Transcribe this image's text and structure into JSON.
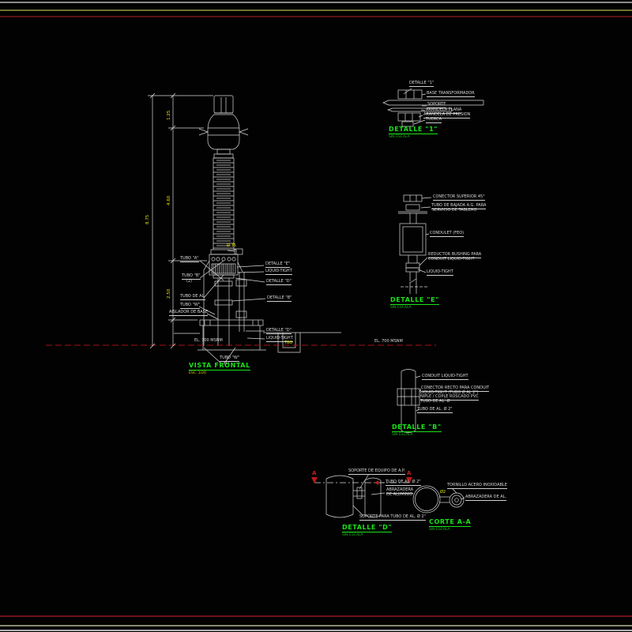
{
  "borders": {
    "gray": "#8c8c8c",
    "olive": "#6f7430",
    "red": "#5a1115"
  },
  "main_view": {
    "title": "VISTA FRONTAL",
    "scale": "ESC. 1/20",
    "dim_overall": "8.75",
    "dim_segments": [
      "1.25",
      "4.60",
      "2.50"
    ],
    "flange_note": "Ø 35",
    "labels_left": [
      "TUBO \"A\"",
      "TUBO \"B\"",
      "(2)",
      "TUBO DE AL.",
      "TUBO \"W\"",
      "AISLADOR DE BASE"
    ],
    "labels_right": [
      "DETALLE \"E\"",
      "LIQUID-TIGHT",
      "DETALLE \"D\"",
      "DETALLE \"B\"",
      "DETALLE \"D\"",
      "LIQUID-TIGHT"
    ],
    "ground_left": "EL. 700 MSNM",
    "ground_right": "EL. 700 MSNM",
    "duct_note": "TBO",
    "anchor_label": "TUBO \"W\"",
    "anchor_sub": "(1)"
  },
  "detail_1": {
    "callout": "DETALLE \"1\"",
    "labels": [
      "BASE TRANSFORMADOR",
      "SOPORTE",
      "ARANDELA PLANA",
      "ARANDELA DE PRESION",
      "TUERCA"
    ],
    "title": "DETALLE \"1\"",
    "scale": "SIN ESCALA"
  },
  "detail_e": {
    "labels": [
      "CONECTOR SUPERIOR 45°",
      "TUBO DE BAJADA A.G. PARA",
      "SERVICIO DE TABLERO",
      "CONDULET (FEO)",
      "REDUCTOR BUSHING PARA",
      "CONDUIT LIQUID-TIGHT",
      "LIQUID-TIGHT"
    ],
    "title": "DETALLE \"E\"",
    "scale": "SIN ESCALA"
  },
  "detail_b": {
    "labels": [
      "CONDUIT LIQUID-TIGHT",
      "CONECTOR RECTO PARA CONDUIT",
      "LIQUID-TIGHT (TUBO Ø AL 2\")",
      "NIPLE / COPLE ROSCADO PVC",
      "TUBO DE AL. Ø",
      "TUBO DE AL. Ø 2\""
    ],
    "title": "DETALLE \"B\"",
    "scale": "SIN ESCALA"
  },
  "detail_d": {
    "top_label": "SOPORTE DE EQUIPO DE A.P.",
    "labels": [
      "TUBO DE AL. Ø 2\"",
      "ABRAZADERA",
      "DE ALUMINIO",
      "SOPORTE PARA TUBO DE AL. Ø 2\""
    ],
    "section_letter": "A",
    "title": "DETALLE \"D\"",
    "scale": "SIN ESCALA"
  },
  "corte_aa": {
    "labels": [
      "TORNILLO ACERO INOXIDABLE",
      "ABRAZADERA DE AL."
    ],
    "dim": "Ø2",
    "title": "CORTE A-A",
    "scale": "SIN ESCALA"
  }
}
